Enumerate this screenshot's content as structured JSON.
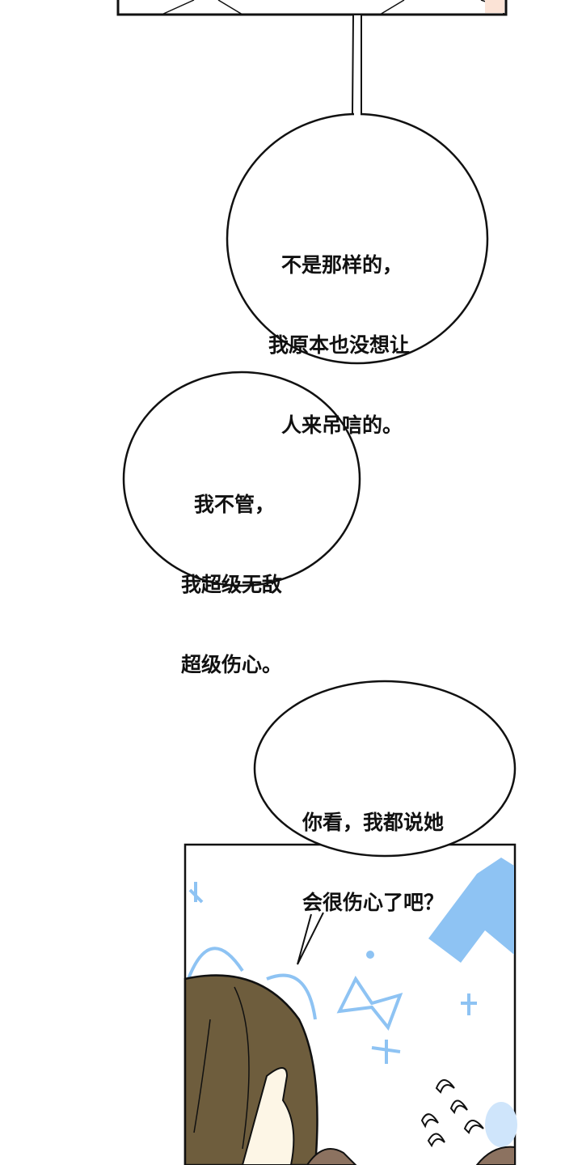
{
  "colors": {
    "ink": "#111111",
    "hair": "#6e5d3d",
    "skin": "#fdf6e6",
    "doodle": "#8ec3f3",
    "panel_top_tint": "#fbe3d6"
  },
  "bubbles": [
    {
      "lines": [
        "不是那样的，",
        "我原本也没想让",
        "人来吊唁的。"
      ]
    },
    {
      "lines": [
        "我不管，",
        "我超级无敌",
        "超级伤心。"
      ]
    },
    {
      "lines": [
        "你看，我都说她",
        "会很伤心了吧？"
      ]
    }
  ]
}
